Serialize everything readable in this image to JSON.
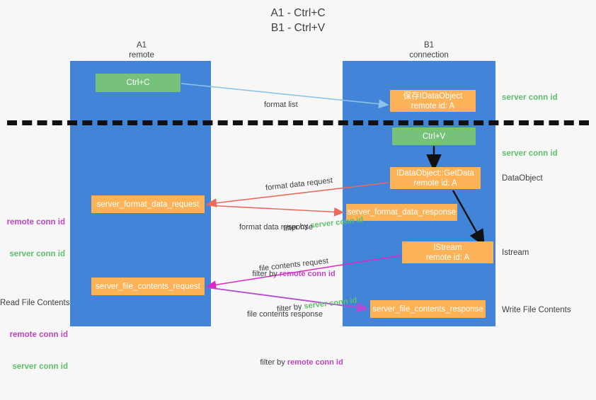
{
  "title": "A1 - Ctrl+C\nB1 - Ctrl+V",
  "columns": [
    {
      "name": "A1",
      "role": "remote",
      "label": "A1\nremote"
    },
    {
      "name": "B1",
      "role": "connection",
      "label": "B1\nconnection"
    }
  ],
  "nodes": {
    "ctrl_c": {
      "label": "Ctrl+C",
      "color": "#77c27a"
    },
    "save_idataobject": {
      "label": "保存IDataObject\nremote id: A",
      "color": "#fcb257"
    },
    "ctrl_v": {
      "label": "Ctrl+V",
      "color": "#77c27a"
    },
    "getdata": {
      "label": "IDataObject::GetData\nremote id: A",
      "color": "#fcb257"
    },
    "server_format_data_request": {
      "label": "server_format_data_request",
      "color": "#fcb257"
    },
    "server_format_data_response": {
      "label": "server_format_data_response",
      "color": "#fcb257"
    },
    "istream": {
      "label": "IStream\nremote id: A",
      "color": "#fcb257"
    },
    "server_file_contents_request": {
      "label": "server_file_contents_request",
      "color": "#fcb257"
    },
    "server_file_contents_response": {
      "label": "server_file_contents_response",
      "color": "#fcb257"
    }
  },
  "edge_labels": {
    "format_list": {
      "line1": "format list"
    },
    "format_data_request": {
      "line1": "format data request",
      "line2_prefix": "filter by ",
      "line2_key": "server conn id",
      "key_color": "#5fbf6b"
    },
    "format_data_response": {
      "line1": "format data response",
      "line2_prefix": "filter by ",
      "line2_key": "remote conn id",
      "key_color": "#c045c0"
    },
    "file_contents_request": {
      "line1": "file contents request",
      "line2_prefix": "filter by ",
      "line2_key": "server conn id",
      "key_color": "#5fbf6b"
    },
    "file_contents_response": {
      "line1": "file contents response",
      "line2_prefix": "filter by ",
      "line2_key": "remote conn id",
      "key_color": "#c045c0"
    }
  },
  "right_annotations": {
    "server_conn_id_top": "server conn id",
    "server_conn_id_mid": "server conn id",
    "dataobject": "DataObject",
    "istream": "Istream",
    "write_file_contents": "Write File Contents"
  },
  "left_annotations": {
    "format_remote": "remote conn id",
    "format_server": "server conn id",
    "read_file_contents": "Read File Contents",
    "read_remote": "remote conn id",
    "read_server": "server conn id"
  },
  "colors": {
    "lane": "#4285d8",
    "green_node": "#77c27a",
    "orange_node": "#fcb257",
    "green_text": "#5fbf6b",
    "purple_text": "#c045c0",
    "edge_blue": "#8ec3e8",
    "edge_red": "#ea6a5e",
    "edge_magenta": "#e026c0",
    "edge_purple": "#b44ad0",
    "edge_black": "#111111",
    "background": "#f7f7f7"
  }
}
